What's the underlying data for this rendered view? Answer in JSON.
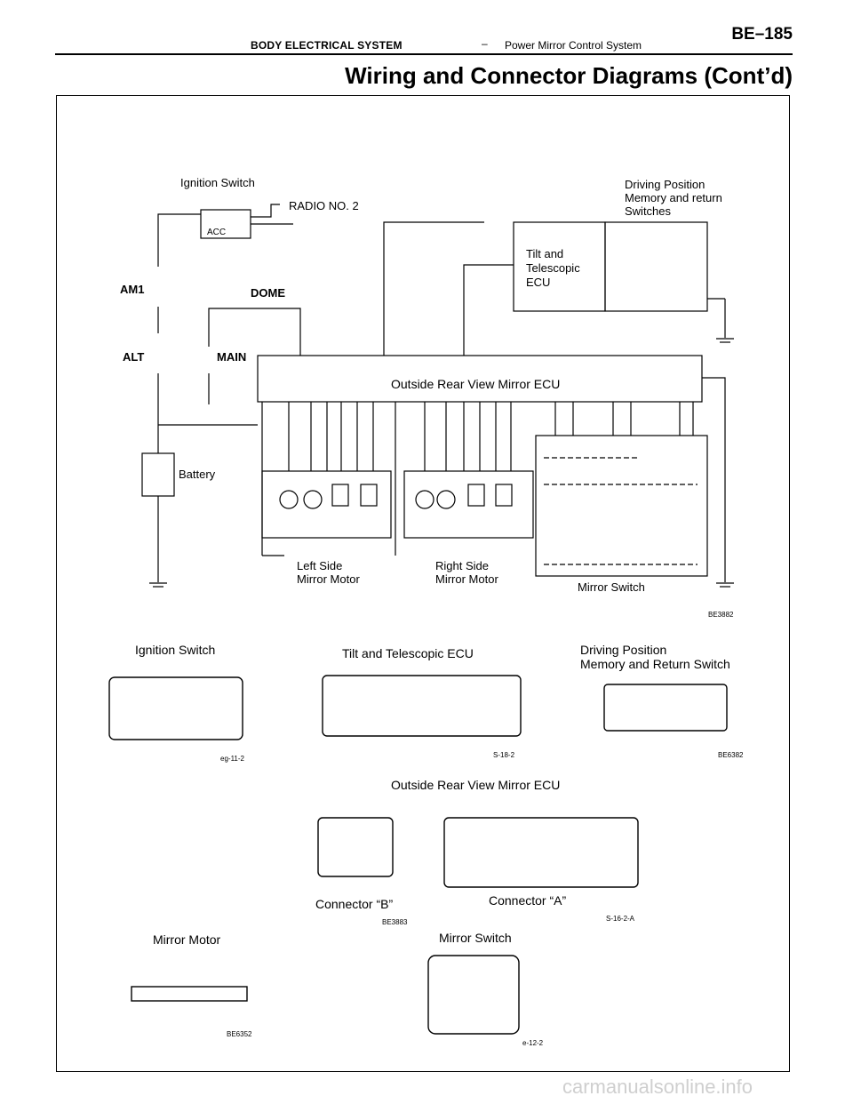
{
  "header": {
    "section": "BODY ELECTRICAL SYSTEM",
    "separator": "–",
    "subsection": "Power Mirror Control System",
    "page": "BE–185"
  },
  "title": "Wiring and Connector Diagrams (Cont’d)",
  "wiring": {
    "ignition_switch": "Ignition Switch",
    "acc": "ACC",
    "radio": "RADIO NO. 2",
    "am1": "AM1",
    "alt": "ALT",
    "dome": "DOME",
    "main": "MAIN",
    "battery": "Battery",
    "tilt_ecu_l1": "Tilt and",
    "tilt_ecu_l2": "Telescopic",
    "tilt_ecu_l3": "ECU",
    "driving_l1": "Driving Position",
    "driving_l2": "Memory and return",
    "driving_l3": "Switches",
    "outside_ecu": "Outside Rear View Mirror ECU",
    "left_motor_l1": "Left Side",
    "left_motor_l2": "Mirror Motor",
    "right_motor_l1": "Right Side",
    "right_motor_l2": "Mirror Motor",
    "mirror_switch": "Mirror Switch",
    "code": "BE3882"
  },
  "connectors": {
    "ignition_switch": "Ignition Switch",
    "ignition_code": "eg-11-2",
    "tilt_ecu": "Tilt and Telescopic ECU",
    "tilt_code": "S-18-2",
    "driving_l1": "Driving Position",
    "driving_l2": "Memory and Return Switch",
    "driving_code": "BE6382",
    "outside_ecu": "Outside Rear View Mirror ECU",
    "conn_b": "Connector “B”",
    "conn_b_code": "BE3883",
    "conn_a": "Connector “A”",
    "conn_a_code": "S-16-2-A",
    "mirror_motor": "Mirror Motor",
    "mirror_motor_code": "BE6352",
    "mirror_switch": "Mirror Switch",
    "mirror_switch_code": "e-12-2"
  },
  "watermark": "carmanualsonline.info"
}
